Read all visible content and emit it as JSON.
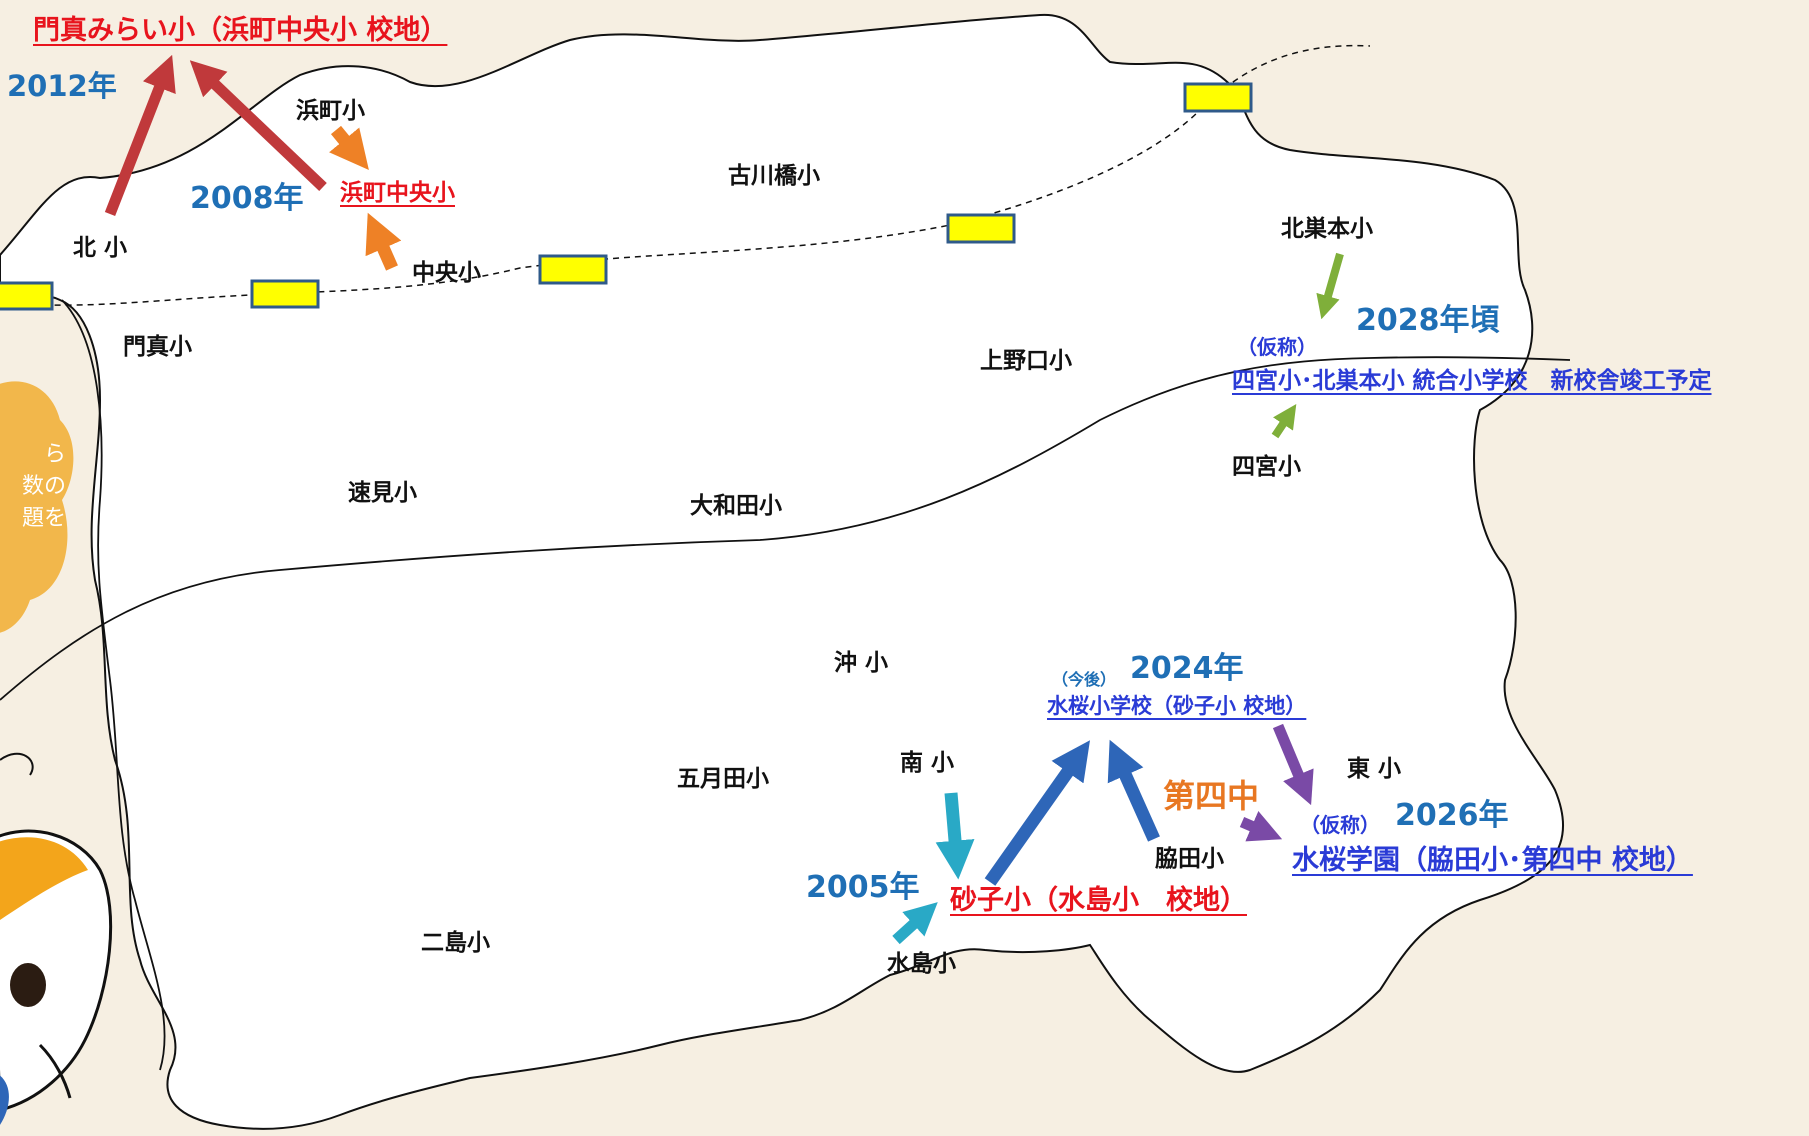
{
  "colors": {
    "background": "#f6efe2",
    "city_fill": "#ffffff",
    "station": "#ffff00",
    "station_border": "#2f5a8a",
    "red_arrow": "#c0393b",
    "orange_arrow": "#ee8126",
    "green_arrow": "#7faf3a",
    "teal_arrow": "#29a9c6",
    "blue_arrow": "#2e66b8",
    "purple_arrow": "#7a4aa6",
    "bubble": "#f2b74b"
  },
  "icons": {
    "mascot": "cat-mascot-icon",
    "bubble": "speech-bubble-icon",
    "station": "station-marker-icon"
  },
  "bubble_text": [
    "ら",
    "数の",
    "題を"
  ],
  "north_west": {
    "merged_school": "門真みらい小（浜町中央小 校地）",
    "year_2012": "2012年",
    "year_2008": "2008年",
    "hamamachi_chuo": "浜町中央小"
  },
  "schools": {
    "hamamachi": "浜町小",
    "kita": "北 小",
    "chuo": "中央小",
    "kadoma": "門真小",
    "furukawabashi": "古川橋小",
    "kitasumoto": "北巣本小",
    "uenoguchi": "上野口小",
    "hayami": "速見小",
    "owada": "大和田小",
    "shinomiya": "四宮小",
    "oki": "沖 小",
    "minami": "南 小",
    "satsukida": "五月田小",
    "higashi": "東 小",
    "wakita": "脇田小",
    "mizushima": "水島小",
    "futajima": "二島小"
  },
  "north_east": {
    "year_2028": "2028年頃",
    "tentative": "（仮称）",
    "new_school": "四宮小･北巣本小 統合小学校　新校舎竣工予定"
  },
  "south": {
    "year_2005": "2005年",
    "sunako": "砂子小（水島小　校地）",
    "future_note": "（今後）",
    "year_2024": "2024年",
    "mizusakura_elem": "水桜小学校（砂子小 校地）",
    "dai4chu": "第四中",
    "tentative": "（仮称）",
    "year_2026": "2026年",
    "gakuen": "水桜学園（脇田小･第四中 校地）"
  }
}
